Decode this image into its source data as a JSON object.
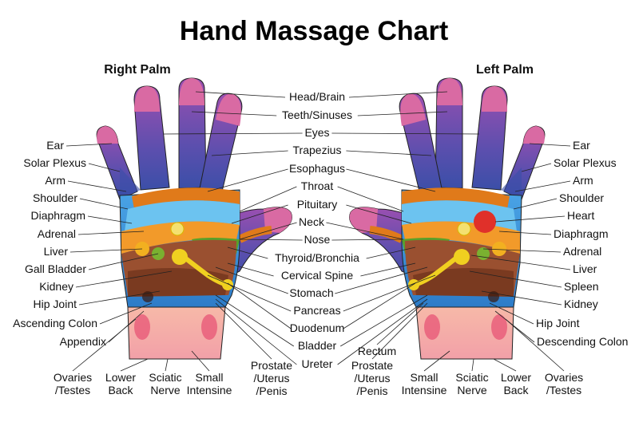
{
  "title": "Hand Massage Chart",
  "right_palm": "Right Palm",
  "left_palm": "Left Palm",
  "center_labels": [
    "Head/Brain",
    "Teeth/Sinuses",
    "Eyes",
    "Trapezius",
    "Esophagus",
    "Throat",
    "Pituitary",
    "Neck",
    "Nose",
    "Thyroid/Bronchia",
    "Cervical Spine",
    "Stomach",
    "Pancreas",
    "Duodenum",
    "Bladder",
    "Ureter"
  ],
  "right_side_labels": [
    "Ear",
    "Solar Plexus",
    "Arm",
    "Shoulder",
    "Diaphragm",
    "Adrenal",
    "Liver",
    "Gall Bladder",
    "Kidney",
    "Hip Joint",
    "Ascending Colon",
    "Appendix"
  ],
  "left_side_labels": [
    "Ear",
    "Solar Plexus",
    "Arm",
    "Shoulder",
    "Heart",
    "Diaphragm",
    "Adrenal",
    "Liver",
    "Spleen",
    "Kidney",
    "Hip Joint",
    "Descending Colon"
  ],
  "right_bottom_labels": [
    [
      "Ovaries",
      "/Testes"
    ],
    [
      "Lower",
      "Back"
    ],
    [
      "Sciatic",
      "Nerve"
    ],
    [
      "Small",
      "Intensine"
    ],
    [
      "Prostate",
      "/Uterus",
      "/Penis"
    ]
  ],
  "left_bottom_labels": [
    [
      "Rectum"
    ],
    [
      "Prostate",
      "/Uterus",
      "/Penis"
    ],
    [
      "Small",
      "Intensine"
    ],
    [
      "Sciatic",
      "Nerve"
    ],
    [
      "Lower",
      "Back"
    ],
    [
      "Ovaries",
      "/Testes"
    ]
  ],
  "colors": {
    "finger_blue": "#3b4fa8",
    "finger_violet": "#7d55b0",
    "fingertip_pink": "#d96aa3",
    "palm_light_blue": "#49a8e6",
    "orange_band": "#e07a1a",
    "brown": "#8a4a2a",
    "yellow": "#f0d020",
    "green": "#5aa02a",
    "wrist_pink": "#f4a0a8",
    "heart_red": "#e0302a"
  }
}
